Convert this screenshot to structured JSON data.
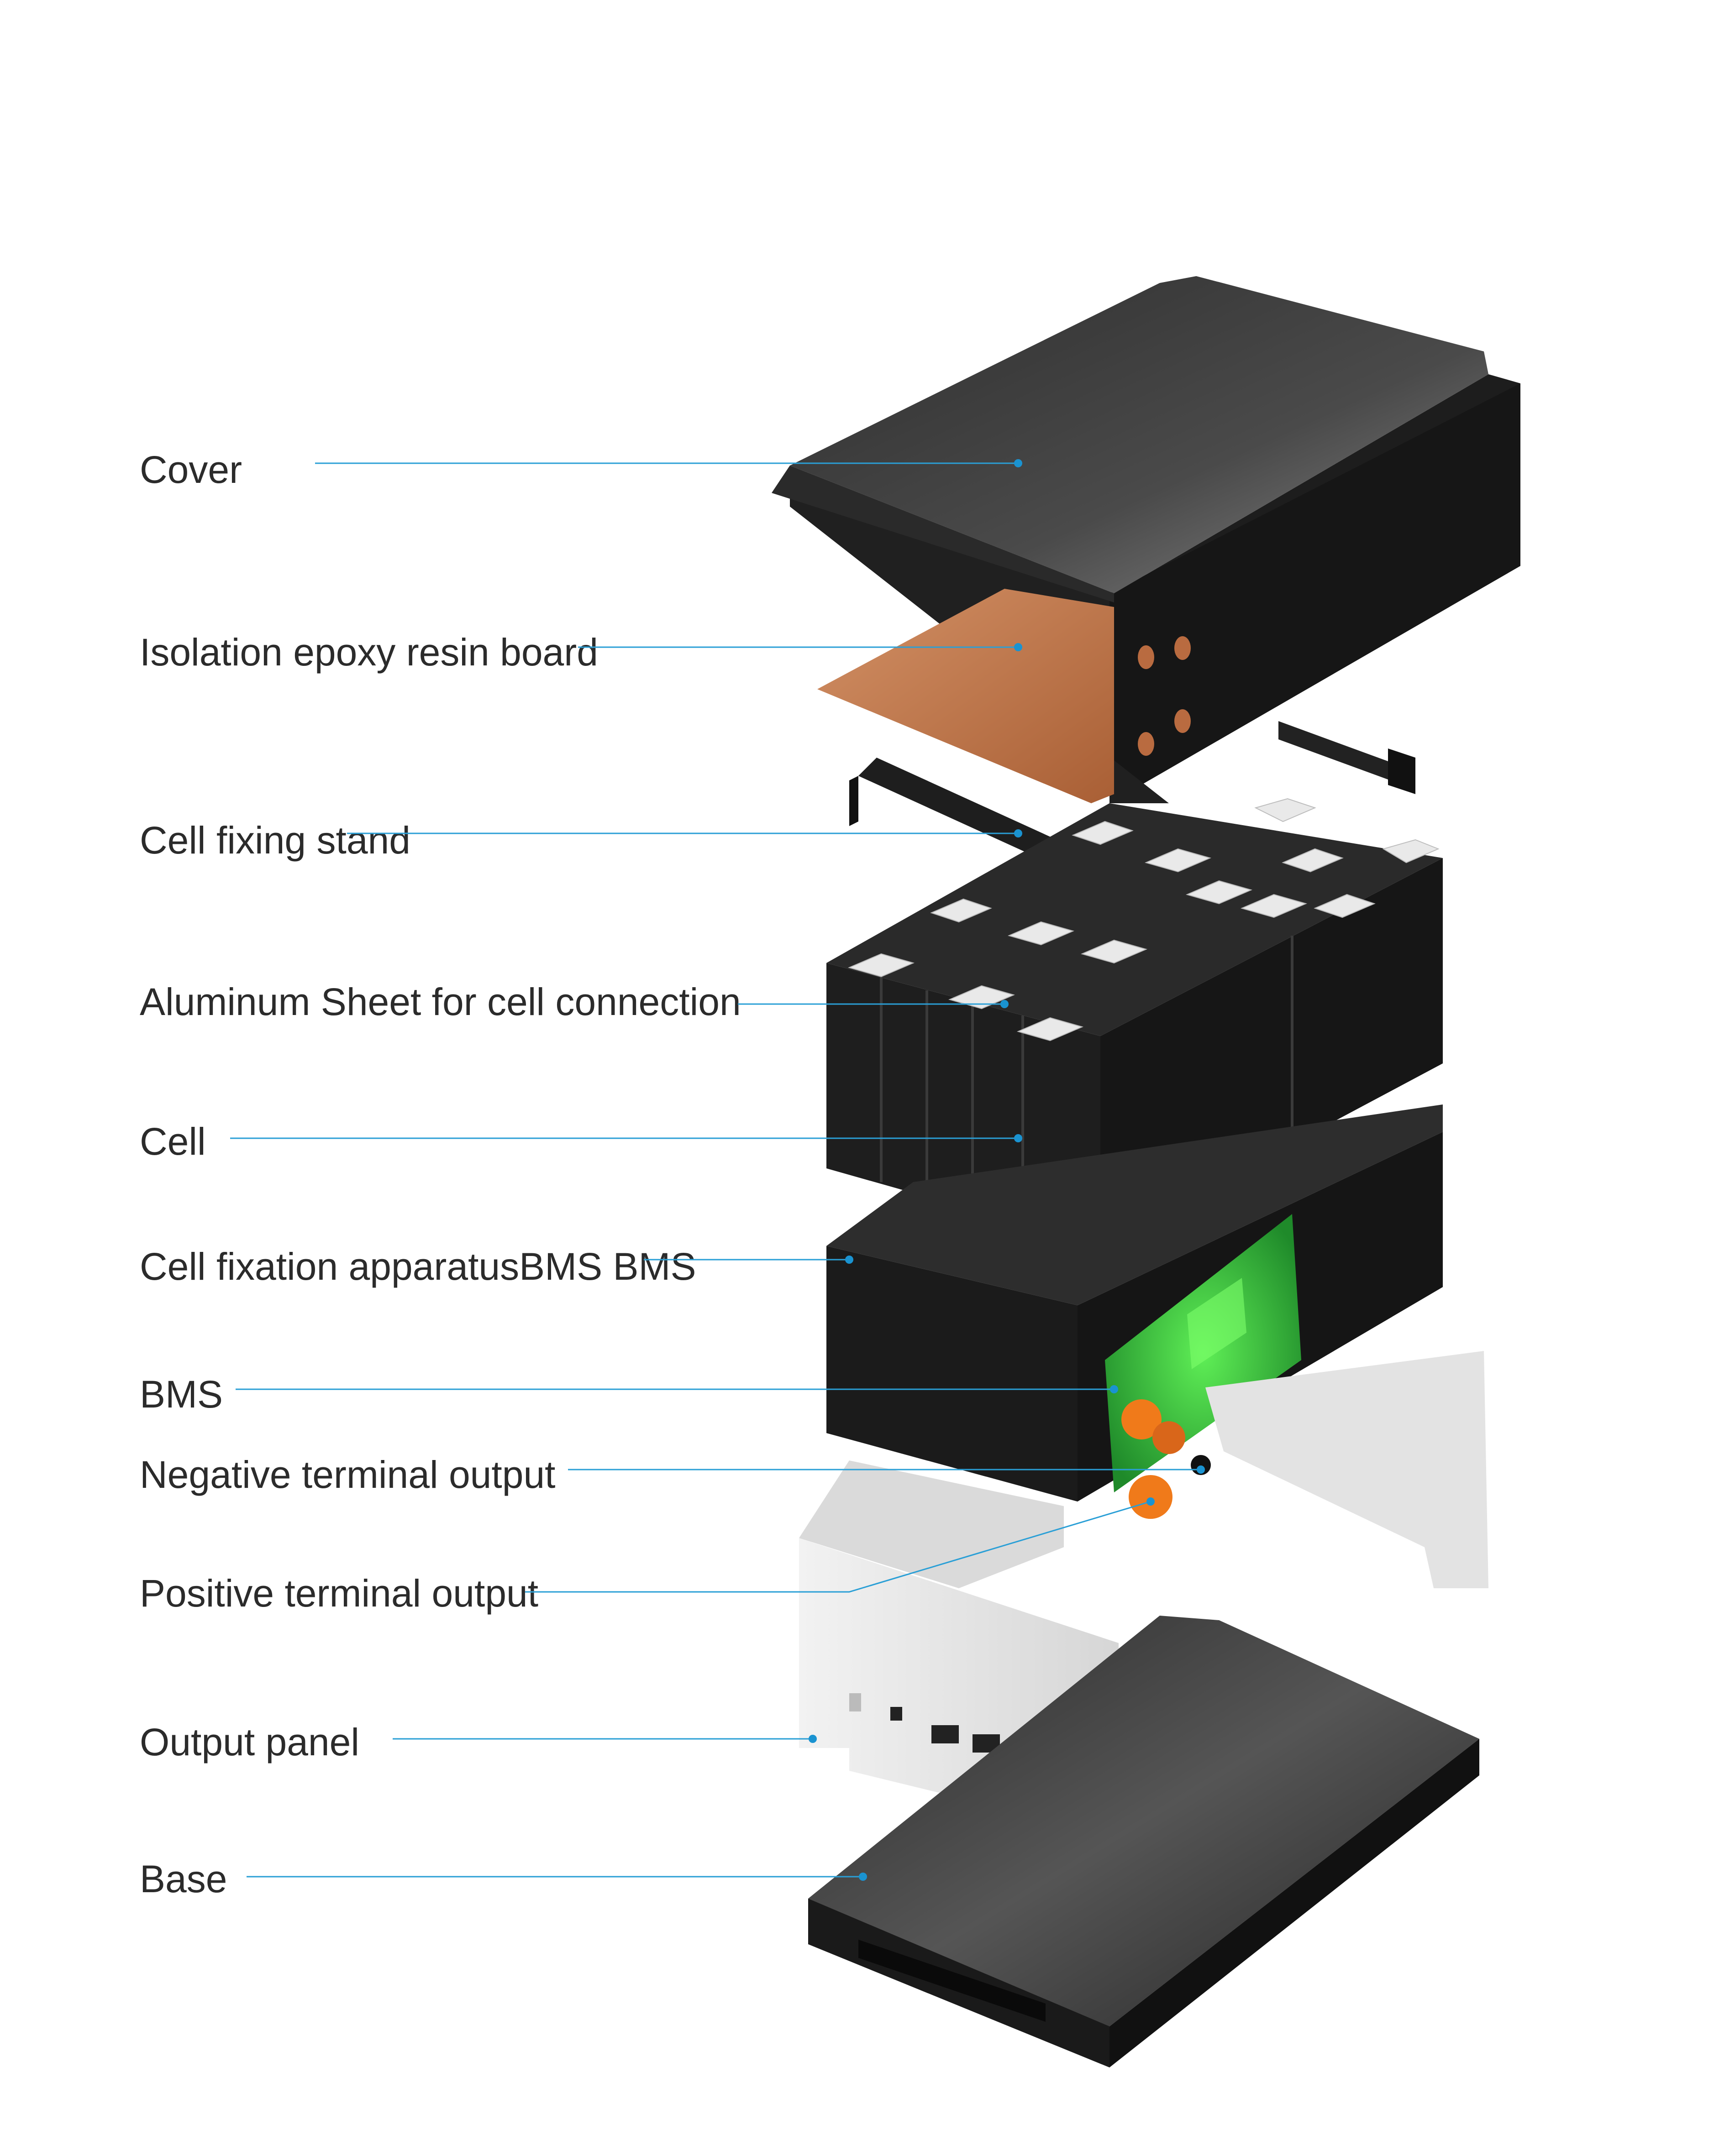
{
  "labels": [
    {
      "id": "cover",
      "text": "Cover"
    },
    {
      "id": "isolation-board",
      "text": "Isolation epoxy resin board"
    },
    {
      "id": "cell-fixing-stand",
      "text": "Cell fixing stand"
    },
    {
      "id": "aluminum-sheet",
      "text": "Aluminum Sheet for cell connection"
    },
    {
      "id": "cell",
      "text": "Cell"
    },
    {
      "id": "cell-fixation",
      "text": "Cell fixation apparatusBMS BMS"
    },
    {
      "id": "bms",
      "text": "BMS"
    },
    {
      "id": "negative-terminal",
      "text": "Negative terminal output"
    },
    {
      "id": "positive-terminal",
      "text": "Positive terminal output"
    },
    {
      "id": "output-panel",
      "text": "Output panel"
    },
    {
      "id": "base",
      "text": "Base"
    }
  ],
  "colors": {
    "leader": "#2a9fd6",
    "dot": "#1a93d1",
    "label": "#2b2b2b",
    "cover_top": "#3d3d3d",
    "dark_body": "#1b1b1b",
    "epoxy": "#b86f45",
    "pcb": "#2fbf3a",
    "terminal": "#f07a1a",
    "panel": "#e6e6e6",
    "aluminum": "#e9e9e9"
  }
}
